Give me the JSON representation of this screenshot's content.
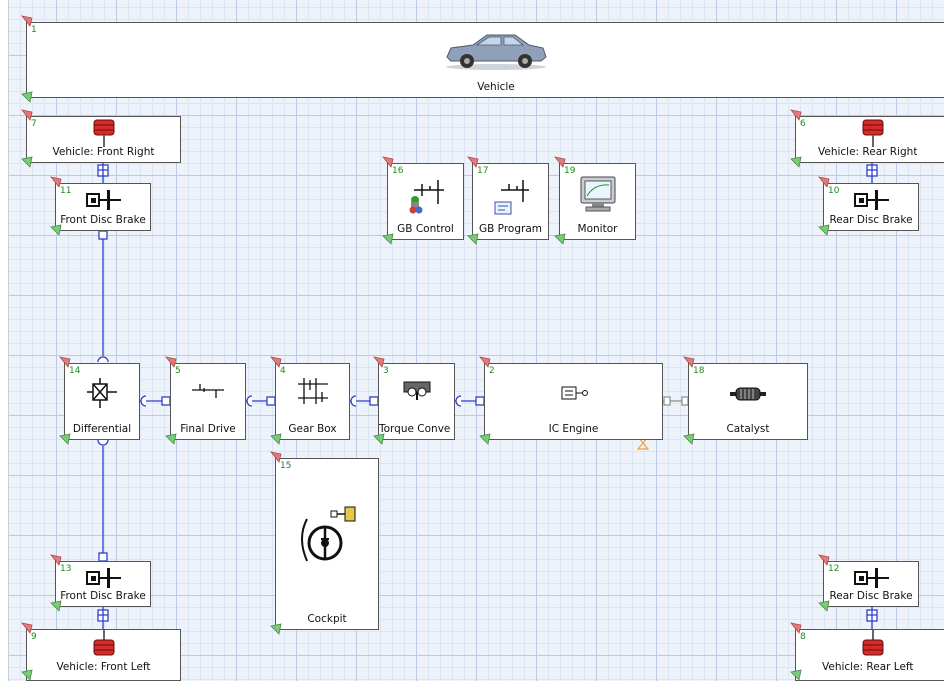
{
  "diagram": {
    "colors": {
      "wire": "#2e3fcf",
      "flag": "#e07b7b",
      "ground": "#7cc97c",
      "number": "#1f8a1f",
      "exhaust_wire": "#8a8a8a",
      "accent": "#f0a23c"
    },
    "blocks": {
      "vehicle": {
        "num": "1",
        "label": "Vehicle",
        "icon": "car-icon"
      },
      "front_right": {
        "num": "7",
        "label": "Vehicle: Front Right",
        "icon": "wheel-icon"
      },
      "rear_right": {
        "num": "6",
        "label": "Vehicle: Rear Right",
        "icon": "wheel-icon"
      },
      "front_disc_brake_top": {
        "num": "11",
        "label": "Front Disc Brake",
        "icon": "brake-icon"
      },
      "rear_disc_brake_top": {
        "num": "10",
        "label": "Rear Disc Brake",
        "icon": "brake-icon"
      },
      "gb_control": {
        "num": "16",
        "label": "GB Control",
        "icon": "gb-control-icon"
      },
      "gb_program": {
        "num": "17",
        "label": "GB Program",
        "icon": "gb-program-icon"
      },
      "monitor": {
        "num": "19",
        "label": "Monitor",
        "icon": "monitor-icon"
      },
      "differential": {
        "num": "14",
        "label": "Differential",
        "icon": "differential-icon"
      },
      "final_drive": {
        "num": "5",
        "label": "Final Drive",
        "icon": "final-drive-icon"
      },
      "gear_box": {
        "num": "4",
        "label": "Gear Box",
        "icon": "gear-box-icon"
      },
      "torque_converter": {
        "num": "3",
        "label": "Torque Conve",
        "icon": "torque-converter-icon"
      },
      "ic_engine": {
        "num": "2",
        "label": "IC Engine",
        "icon": "engine-icon"
      },
      "catalyst": {
        "num": "18",
        "label": "Catalyst",
        "icon": "catalyst-icon"
      },
      "cockpit": {
        "num": "15",
        "label": "Cockpit",
        "icon": "steering-wheel-icon"
      },
      "front_disc_brake_bottom": {
        "num": "13",
        "label": "Front Disc Brake",
        "icon": "brake-icon"
      },
      "rear_disc_brake_bottom": {
        "num": "12",
        "label": "Rear Disc Brake",
        "icon": "brake-icon"
      },
      "front_left": {
        "num": "9",
        "label": "Vehicle: Front Left",
        "icon": "wheel-icon"
      },
      "rear_left": {
        "num": "8",
        "label": "Vehicle: Rear Left",
        "icon": "wheel-icon"
      }
    }
  }
}
